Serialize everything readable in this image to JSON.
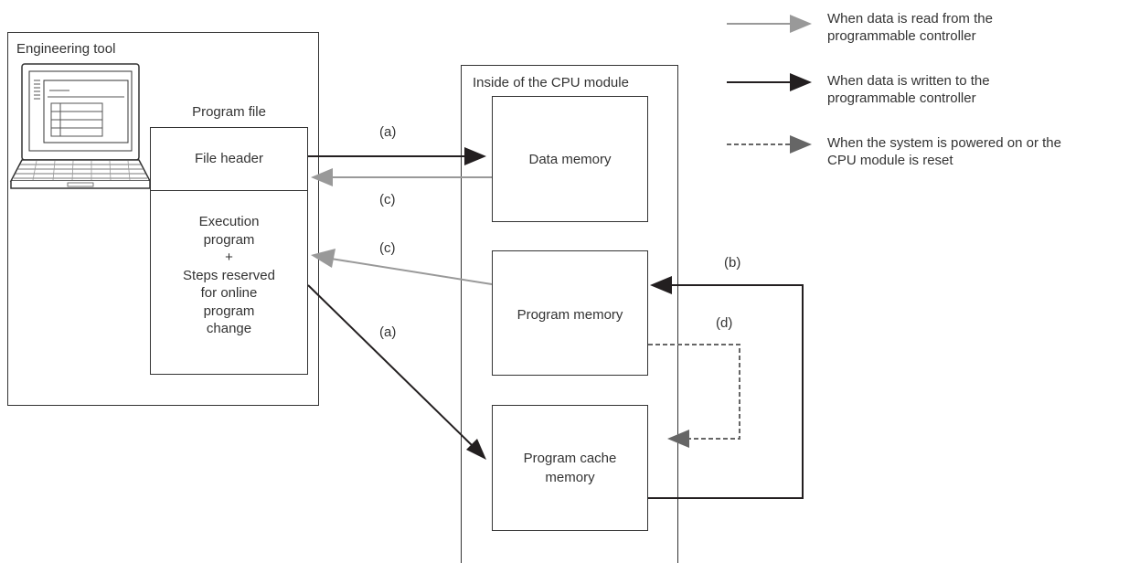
{
  "engineering_tool": {
    "title": "Engineering tool"
  },
  "program_file": {
    "title": "Program file",
    "file_header": "File header",
    "execution_lines": [
      "Execution",
      "program",
      "+",
      "Steps reserved",
      "for online",
      "program",
      "change"
    ]
  },
  "cpu_module": {
    "title": "Inside of the CPU module",
    "data_memory": "Data memory",
    "program_memory": "Program memory",
    "program_cache_lines": [
      "Program cache",
      "memory"
    ]
  },
  "arrow_labels": {
    "a": "(a)",
    "b": "(b)",
    "c": "(c)",
    "d": "(d)"
  },
  "legend": {
    "read": [
      "When data is read from the",
      "programmable controller"
    ],
    "write": [
      "When data is written to the",
      "programmable controller"
    ],
    "power": [
      "When the system is powered on or the",
      "CPU module is reset"
    ]
  },
  "colors": {
    "read": "#999999",
    "write": "#231f20",
    "power": "#666666",
    "border": "#333333"
  }
}
